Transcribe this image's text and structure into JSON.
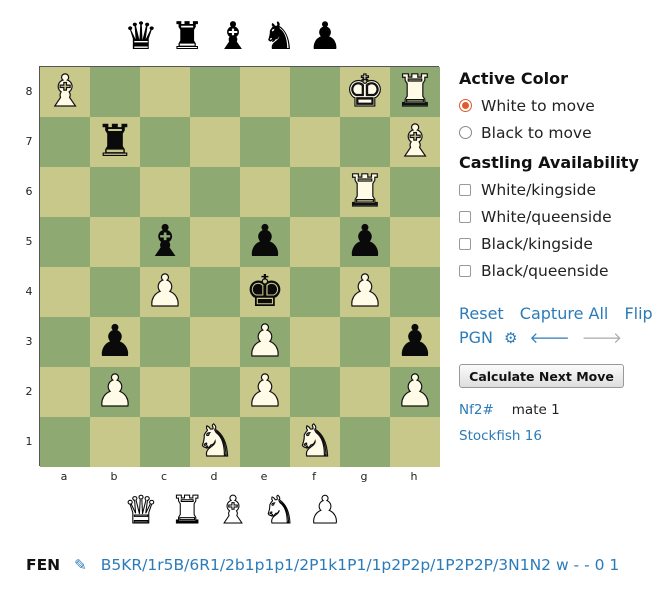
{
  "palettes": {
    "top": [
      {
        "name": "palette-black-queen",
        "glyph": "♛"
      },
      {
        "name": "palette-black-rook",
        "glyph": "♜"
      },
      {
        "name": "palette-black-bishop",
        "glyph": "♝"
      },
      {
        "name": "palette-black-knight",
        "glyph": "♞"
      },
      {
        "name": "palette-black-pawn",
        "glyph": "♟"
      }
    ],
    "bottom": [
      {
        "name": "palette-white-queen",
        "glyph": "♛"
      },
      {
        "name": "palette-white-rook",
        "glyph": "♜"
      },
      {
        "name": "palette-white-bishop",
        "glyph": "♝"
      },
      {
        "name": "palette-white-knight",
        "glyph": "♞"
      },
      {
        "name": "palette-white-pawn",
        "glyph": "♟"
      }
    ]
  },
  "board": {
    "ranks": [
      "8",
      "7",
      "6",
      "5",
      "4",
      "3",
      "2",
      "1"
    ],
    "files": [
      "a",
      "b",
      "c",
      "d",
      "e",
      "f",
      "g",
      "h"
    ],
    "position": [
      [
        "B",
        "",
        "",
        "",
        "",
        "",
        "K",
        "R"
      ],
      [
        "",
        "r",
        "",
        "",
        "",
        "",
        "",
        "B"
      ],
      [
        "",
        "",
        "",
        "",
        "",
        "",
        "R",
        ""
      ],
      [
        "",
        "",
        "b",
        "",
        "p",
        "",
        "p",
        ""
      ],
      [
        "",
        "",
        "P",
        "",
        "k",
        "",
        "P",
        ""
      ],
      [
        "",
        "p",
        "",
        "",
        "P",
        "",
        "",
        "p"
      ],
      [
        "",
        "P",
        "",
        "",
        "P",
        "",
        "",
        "P"
      ],
      [
        "",
        "",
        "",
        "N",
        "",
        "N",
        "",
        ""
      ]
    ],
    "glyphs": {
      "K": "♚",
      "Q": "♛",
      "R": "♜",
      "B": "♝",
      "N": "♞",
      "P": "♟"
    },
    "piece_names": {
      "K": "king",
      "Q": "queen",
      "R": "rook",
      "B": "bishop",
      "N": "knight",
      "P": "pawn"
    },
    "colors": {
      "light": "#c8c88a",
      "dark": "#8eaa72"
    }
  },
  "panel": {
    "active_color_title": "Active Color",
    "white_to_move": "White to move",
    "black_to_move": "Black to move",
    "active": "white",
    "castling_title": "Castling Availability",
    "castling": [
      "White/kingside",
      "White/queenside",
      "Black/kingside",
      "Black/queenside"
    ],
    "reset": "Reset",
    "capture_all": "Capture All",
    "flip": "Flip",
    "pgn": "PGN",
    "calc_button": "Calculate Next Move",
    "best_move": "Nf2#",
    "evaluation": "mate 1",
    "engine": "Stockfish 16",
    "accent": "#2b7bb9",
    "radio_color": "#e05a2b"
  },
  "fen": {
    "label": "FEN",
    "value": "B5KR/1r5B/6R1/2b1p1p1/2P1k1P1/1p2P2p/1P2P2P/3N1N2 w - - 0 1"
  }
}
